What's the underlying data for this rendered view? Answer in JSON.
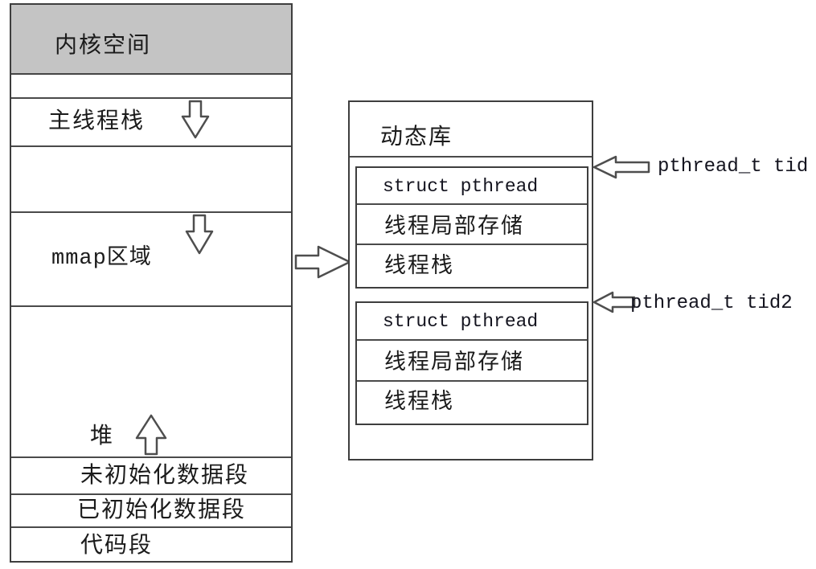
{
  "left_column": {
    "sections": {
      "kernel": "内核空间",
      "main_thread_stack": "主线程栈",
      "mmap_area": "mmap区域",
      "heap": "堆",
      "uninitialized_data": "未初始化数据段",
      "initialized_data": "已初始化数据段",
      "code": "代码段"
    }
  },
  "dynamic_library_box": {
    "title": "动态库",
    "thread_blocks": [
      {
        "rows": [
          "struct pthread",
          "线程局部存储",
          "线程栈"
        ]
      },
      {
        "rows": [
          "struct pthread",
          "线程局部存储",
          "线程栈"
        ]
      }
    ]
  },
  "annotations": {
    "tid_label": "pthread_t tid",
    "tid2_label": "pthread_t tid2"
  },
  "colors": {
    "kernel_fill": "#c4c4c4",
    "line": "#4a4a4a",
    "text": "#1b1b1b"
  }
}
